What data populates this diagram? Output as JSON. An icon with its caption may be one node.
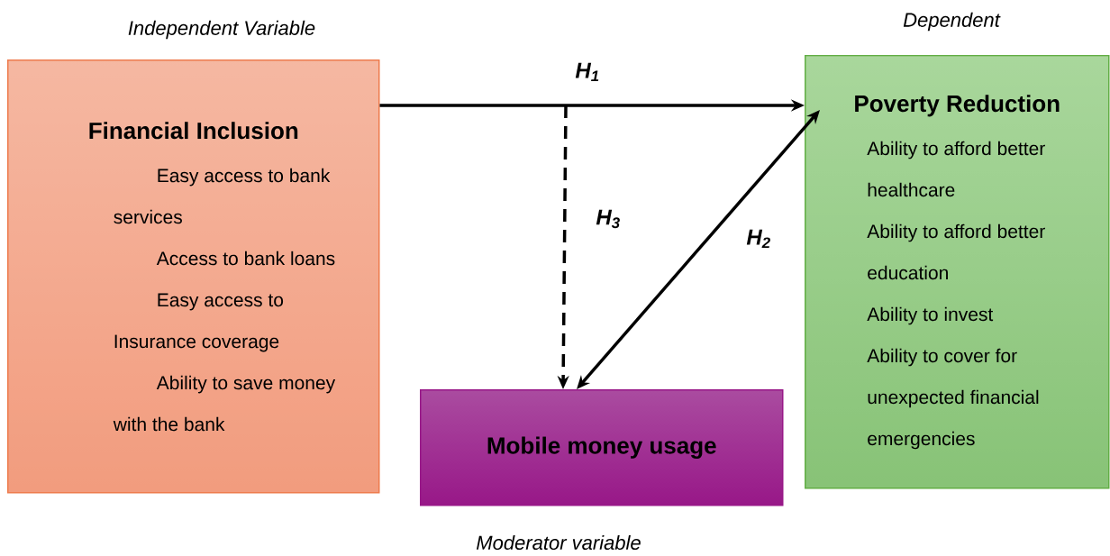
{
  "diagram": {
    "nodes": [
      {
        "text": [
          "Financial Inclusion",
          "Easy access to bank services",
          "Access to bank loans",
          "Easy access to Insurance coverage",
          "Ability to save money with the bank"
        ],
        "beside": [
          "Independent Variable"
        ]
      },
      {
        "text": [
          "Poverty Reduction",
          "Ability to afford better healthcare",
          "Ability to afford better education",
          "Ability to invest",
          "Ability to cover for unexpected financial emergencies"
        ],
        "beside": [
          "Dependent"
        ]
      },
      {
        "text": [
          "Mobile money usage"
        ],
        "beside": [
          "Moderator variable"
        ]
      }
    ],
    "edges": [
      {
        "from": 0,
        "to": 1,
        "arrow": "to",
        "label": "H$_{1}$"
      },
      {
        "from": null,
        "to": 2,
        "arrow": "to",
        "label": "H$_{3}$",
        "style": "dashed"
      },
      {
        "from": 2,
        "to": 1,
        "arrow": "both",
        "label": "H$_{2}$"
      }
    ]
  }
}
